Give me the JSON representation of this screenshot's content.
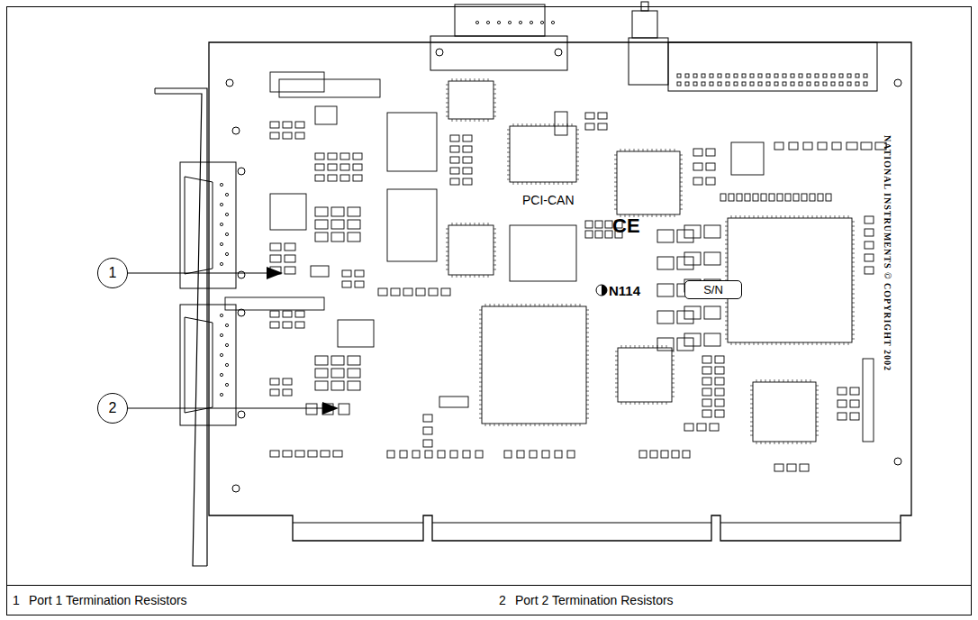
{
  "diagram": {
    "nodes": [
      {
        "text": [
          "1"
        ]
      },
      {
        "text": [
          "S/N"
        ]
      },
      {
        "text": [
          "2"
        ]
      }
    ],
    "labels": [
      "PCI-CAN",
      "CE",
      "N114",
      "NATIONAL INSTRUMENTS © COPYRIGHT 2002",
      "1",
      "Port 1 Termination Resistors",
      "2",
      "Port 2 Termination Resistors"
    ]
  }
}
